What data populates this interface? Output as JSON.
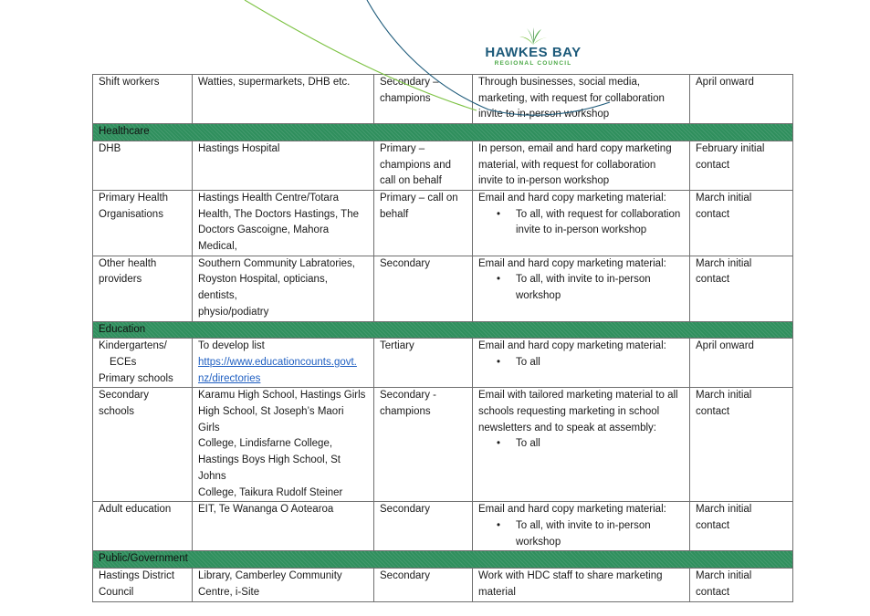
{
  "logo": {
    "name": "HAWKES BAY",
    "sub": "REGIONAL COUNCIL"
  },
  "rows": [
    {
      "type": "row",
      "c1": [
        "Shift workers"
      ],
      "c2": [
        "Watties, supermarkets, DHB etc."
      ],
      "c3": [
        "Secondary –",
        "champions"
      ],
      "c4": [
        "Through businesses, social media,",
        "marketing, with request for collaboration",
        "invite to in-person workshop"
      ],
      "c5": [
        "April onward"
      ]
    },
    {
      "type": "section",
      "label": "Healthcare"
    },
    {
      "type": "row",
      "c1": [
        "DHB"
      ],
      "c2": [
        "Hastings Hospital"
      ],
      "c3": [
        "Primary –",
        "champions and",
        "call on behalf"
      ],
      "c4": [
        "In person, email and hard copy marketing",
        "material, with request for collaboration",
        "invite to in-person workshop"
      ],
      "c5": [
        "February initial",
        "contact"
      ]
    },
    {
      "type": "row",
      "c1": [
        "Primary Health",
        "Organisations"
      ],
      "c2": [
        "Hastings Health Centre/Totara",
        "Health, The Doctors Hastings, The",
        "Doctors Gascoigne, Mahora Medical,"
      ],
      "c3": [
        "Primary – call on",
        "behalf"
      ],
      "c4": [
        "Email and hard copy marketing material:"
      ],
      "c4_bullets": [
        [
          "To all, with request for collaboration",
          "invite to in-person workshop"
        ]
      ],
      "c5": [
        "March initial",
        "contact"
      ]
    },
    {
      "type": "row",
      "c1": [
        "Other health",
        "providers"
      ],
      "c2": [
        "Southern Community Labratories,",
        "Royston Hospital, opticians, dentists,",
        "physio/podiatry"
      ],
      "c3": [
        "Secondary"
      ],
      "c4": [
        "Email and hard copy marketing material:"
      ],
      "c4_bullets": [
        [
          "To all, with invite to in-person",
          "workshop"
        ]
      ],
      "c5": [
        "March initial",
        "contact"
      ]
    },
    {
      "type": "section",
      "label": "Education"
    },
    {
      "type": "row",
      "c1": [
        "Kindergartens/",
        "ECEs",
        "Primary schools"
      ],
      "c1_indent": [
        1
      ],
      "c2": [
        "To develop list"
      ],
      "c2_link": [
        "https://www.educationcounts.govt.",
        "nz/directories"
      ],
      "c3": [
        "Tertiary"
      ],
      "c4": [
        "Email and hard copy marketing material:"
      ],
      "c4_bullets": [
        [
          "To all"
        ]
      ],
      "c5": [
        "April onward"
      ]
    },
    {
      "type": "row",
      "c1": [
        "Secondary schools"
      ],
      "c2": [
        "Karamu High School, Hastings Girls",
        "High School, St Joseph’s Maori Girls",
        "College, Lindisfarne College,",
        "Hastings Boys High School, St Johns",
        "College, Taikura Rudolf Steiner"
      ],
      "c3": [
        "Secondary -",
        "champions"
      ],
      "c4": [
        "Email with tailored marketing material to all",
        "schools requesting marketing in school",
        "newsletters and to speak at assembly:"
      ],
      "c4_bullets": [
        [
          "To all"
        ]
      ],
      "c5": [
        "March initial",
        "contact"
      ]
    },
    {
      "type": "row",
      "c1": [
        "Adult education"
      ],
      "c2": [
        "EIT, Te Wananga O Aotearoa"
      ],
      "c3": [
        "Secondary"
      ],
      "c4": [
        "Email and hard copy marketing material:"
      ],
      "c4_bullets": [
        [
          "To all, with invite to in-person",
          "workshop"
        ]
      ],
      "c5": [
        "March initial",
        "contact"
      ]
    },
    {
      "type": "section",
      "label": "Public/Government"
    },
    {
      "type": "row",
      "c1": [
        "Hastings District",
        "Council"
      ],
      "c2": [
        "Library, Camberley Community",
        "Centre, i-Site"
      ],
      "c3": [
        "Secondary"
      ],
      "c4": [
        "Work with HDC staff to share marketing",
        "material"
      ],
      "c5": [
        "March initial",
        "contact"
      ]
    }
  ]
}
